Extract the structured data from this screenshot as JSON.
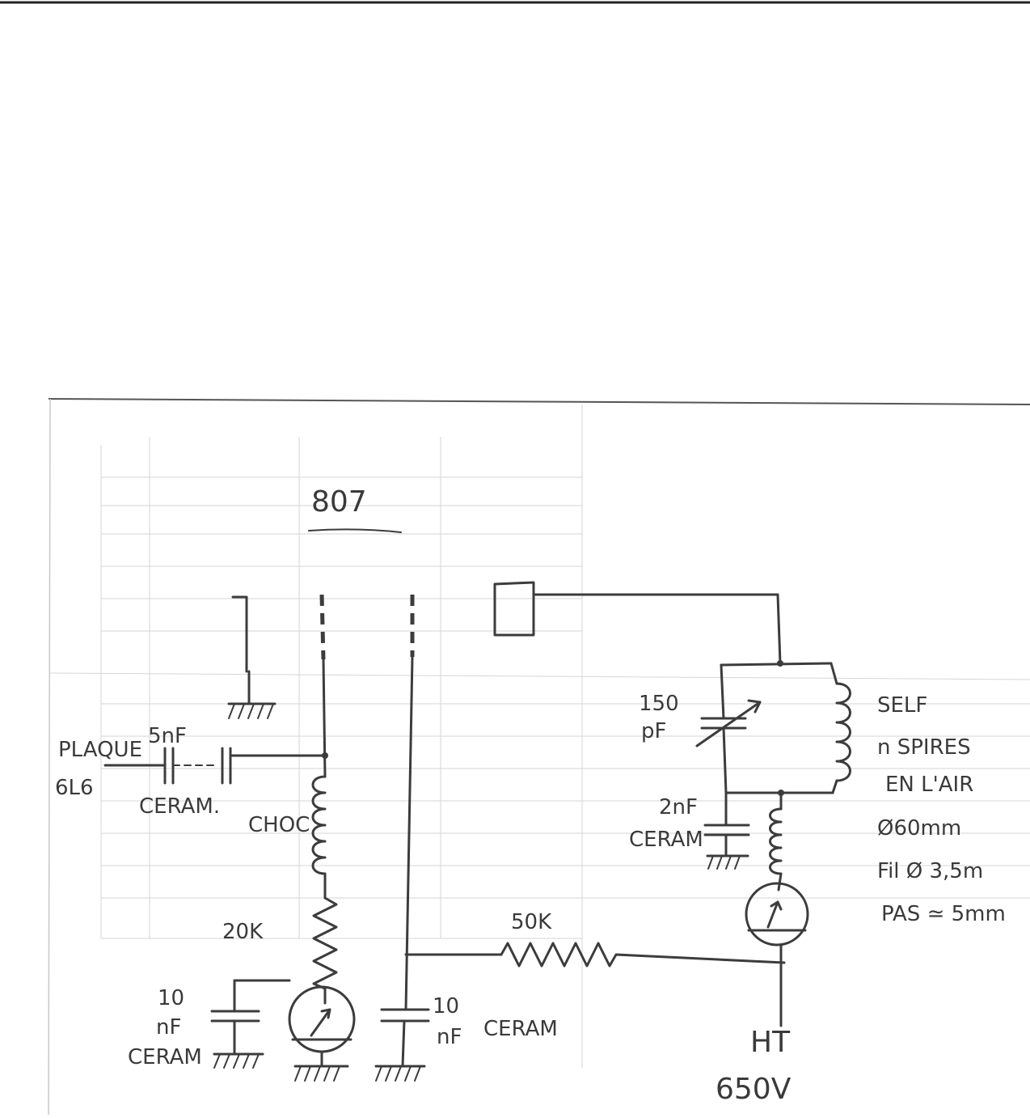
{
  "schematic": {
    "tube": "807",
    "input_label_line1": "PLAQUE",
    "input_label_line2": "6L6",
    "coupling_cap_value": "5nF",
    "coupling_cap_type": "CERAM.",
    "choke_label": "CHOC",
    "grid_resistor": "20K",
    "grid_cap_value_line1": "10",
    "grid_cap_value_line2": "nF",
    "grid_cap_type": "CERAM",
    "screen_cap_value_line1": "10",
    "screen_cap_value_line2": "nF",
    "screen_cap_type": "CERAM",
    "screen_resistor": "50K",
    "tank_cap_value_line1": "150",
    "tank_cap_value_line2": "pF",
    "bypass_cap_value": "2nF",
    "bypass_cap_type": "CERAM",
    "coil_label": "SELF",
    "coil_desc_line1": "n SPIRES",
    "coil_desc_line2": "EN L'AIR",
    "coil_desc_line3": "Ø60mm",
    "coil_desc_line4": "Fil Ø 3,5m",
    "coil_desc_line5": "PAS ≃ 5mm",
    "supply_label": "HT",
    "supply_voltage": "650V"
  }
}
